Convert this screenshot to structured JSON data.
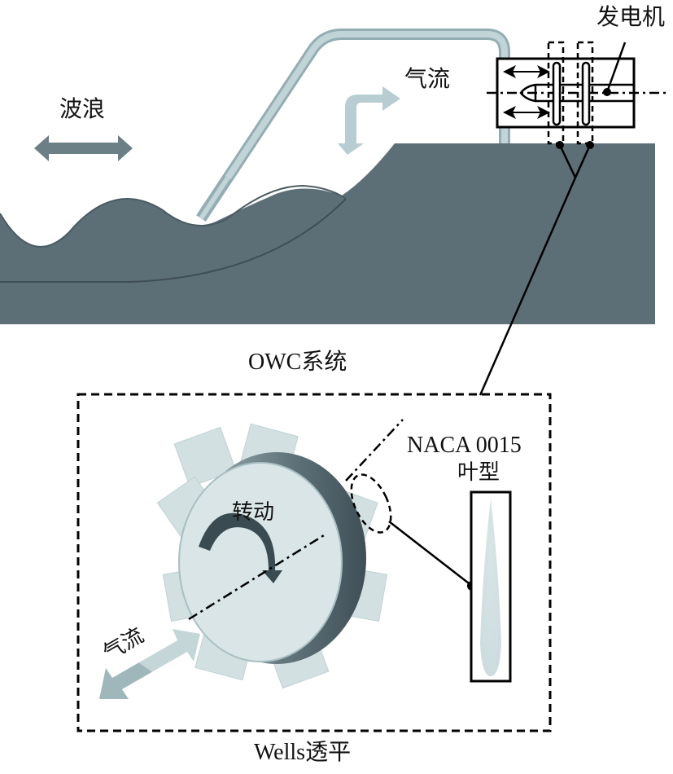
{
  "diagram": {
    "type": "OWC wave energy system with Wells turbine",
    "labels": {
      "wave": "波浪",
      "airflow_top": "气流",
      "generator": "发电机",
      "owc_system": "OWC系统",
      "rotation": "转动",
      "airfoil_name": "NACA 0015",
      "airfoil_type": "叶型",
      "airflow_bottom": "气流",
      "wells_turbine": "Wells透平"
    },
    "colors": {
      "land": "#5c6e76",
      "land_edge": "#4a5a62",
      "pipe": "#b9cdd1",
      "pipe_edge": "#93adb3",
      "light_arrow": "#b7cdd1",
      "wave_arrow": "#6c7f86",
      "turbine_face": "#d9e5e7",
      "turbine_blade": "#d2e0e2",
      "turbine_shadow": "#4e6068",
      "rotation_arrow": "#3b4b52",
      "airfoil_fill": "#d3e2e4",
      "line": "#000000"
    }
  }
}
